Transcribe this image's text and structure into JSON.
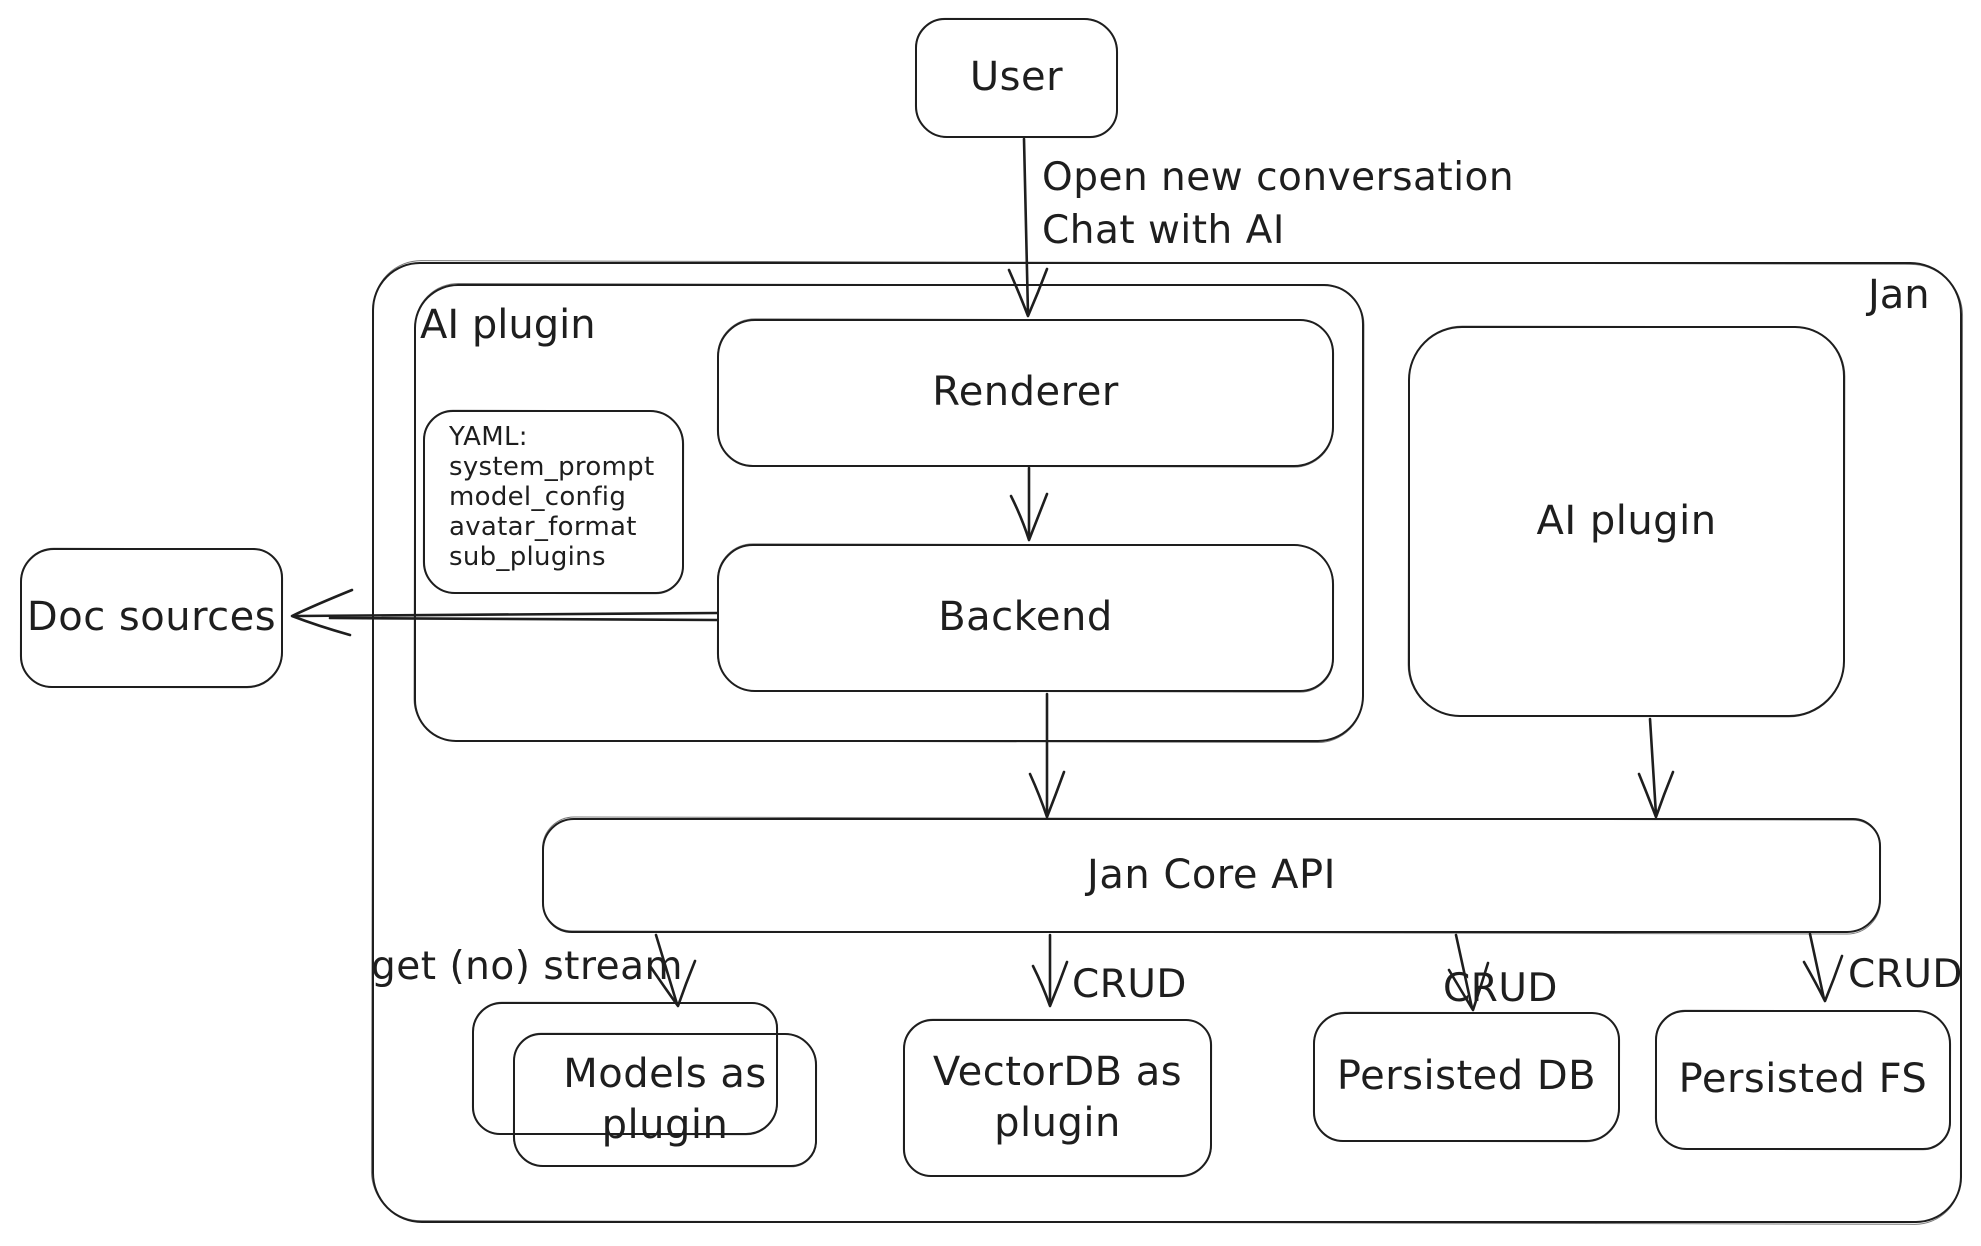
{
  "diagram": {
    "container_label": "Jan",
    "nodes": {
      "user": "User",
      "renderer": "Renderer",
      "backend": "Backend",
      "doc_sources": "Doc sources",
      "ai_plugin_left": "AI plugin",
      "ai_plugin_right": "AI plugin",
      "jan_core_api": "Jan Core API",
      "models_as_plugin": "Models as plugin",
      "vectordb_as_plugin": "VectorDB as plugin",
      "persisted_db": "Persisted DB",
      "persisted_fs": "Persisted FS"
    },
    "yaml_note": {
      "lines": [
        "YAML:",
        "system_prompt",
        "model_config",
        "avatar_format",
        "sub_plugins"
      ]
    },
    "edge_labels": {
      "user_to_renderer_line1": "Open new conversation",
      "user_to_renderer_line2": "Chat with AI",
      "get_no_stream": "get (no) stream",
      "crud_vectordb": "CRUD",
      "crud_persisted_db": "CRUD",
      "crud_persisted_fs": "CRUD"
    },
    "colors": {
      "stroke": "#1e1e1e",
      "background": "#ffffff"
    }
  }
}
